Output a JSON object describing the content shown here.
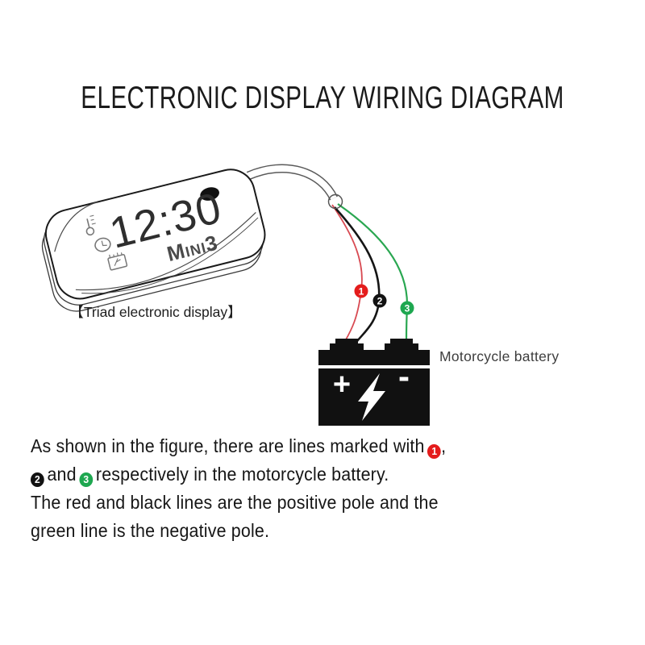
{
  "title": "ELECTRONIC DISPLAY WIRING DIAGRAM",
  "device": {
    "time": "12:30",
    "model": "Mini3",
    "caption": "【Triad electronic display】",
    "icons": [
      "thermometer-icon",
      "clock-icon",
      "battery-meter-icon"
    ]
  },
  "battery": {
    "label": "Motorcycle battery",
    "positive_symbol": "+",
    "negative_symbol": "-"
  },
  "wires": [
    {
      "num": "1",
      "name": "red",
      "color": "#e41c1c",
      "line_color": "#d84a52"
    },
    {
      "num": "2",
      "name": "black",
      "color": "#121212",
      "line_color": "#151515"
    },
    {
      "num": "3",
      "name": "green",
      "color": "#1ea750",
      "line_color": "#2aa751"
    }
  ],
  "description": {
    "line1_text": "As shown in the figure, there are lines marked with",
    "line1_suffix": ",",
    "line2_and": "and",
    "line2_text": "respectively in the motorcycle battery.",
    "line3": "The red and black lines are the positive pole and the",
    "line4": "green line is the negative pole."
  }
}
